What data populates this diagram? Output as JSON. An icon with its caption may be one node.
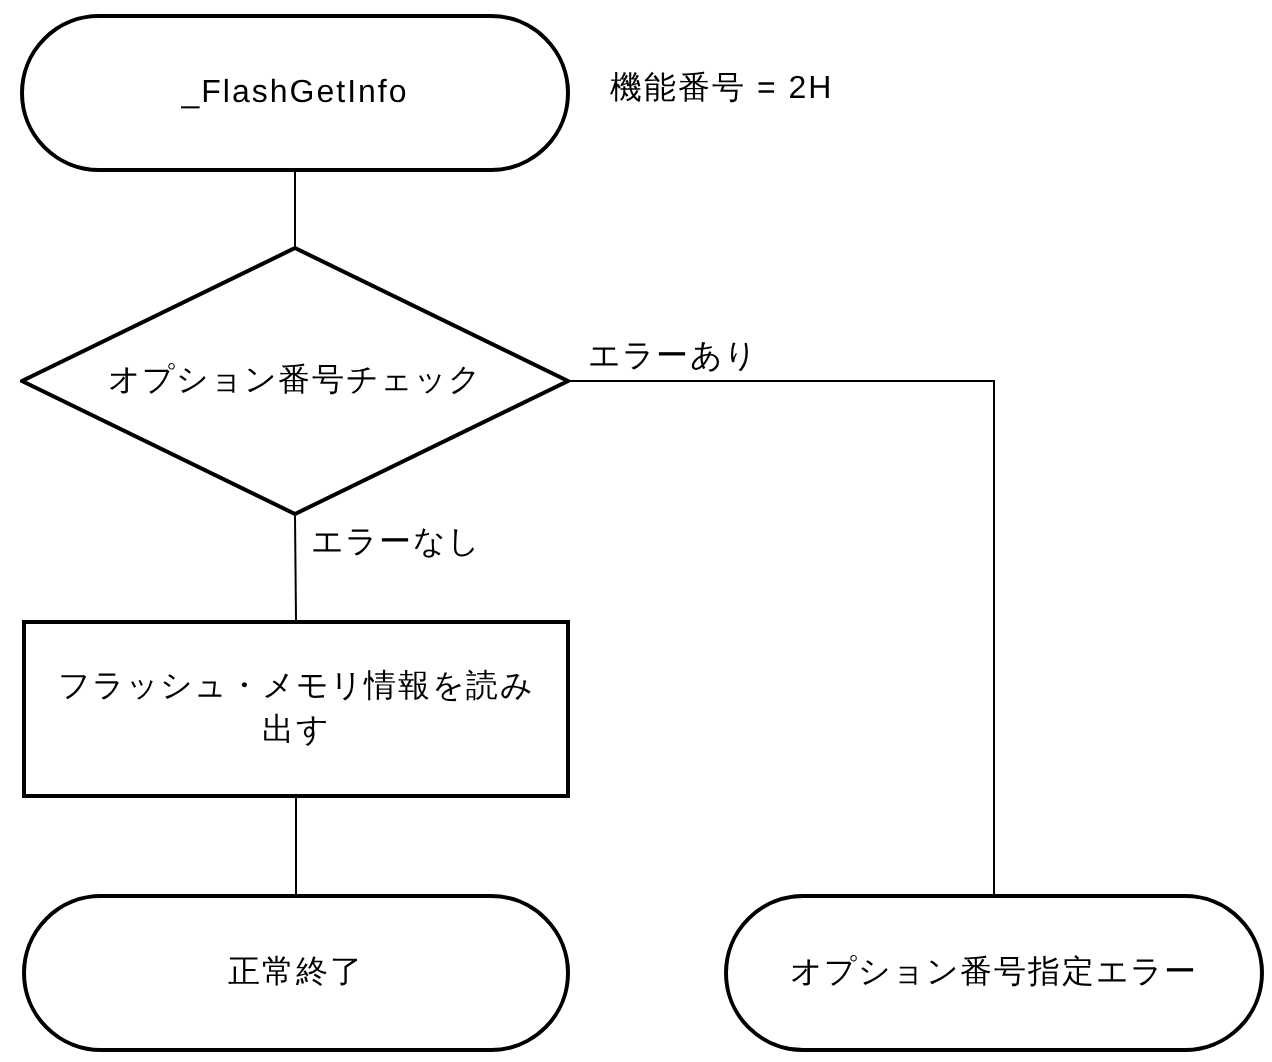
{
  "diagram": {
    "nodes": [
      {
        "text": [
          "_FlashGetInfo"
        ],
        "beside": [
          "機能番号 = 2H"
        ]
      },
      {
        "text": [
          "オプション番号チェック"
        ]
      },
      {
        "text": [
          "フラッシュ・メモリ情報を読み出す"
        ]
      },
      {
        "text": [
          "正常終了"
        ]
      },
      {
        "text": [
          "オプション番号指定エラー"
        ]
      }
    ],
    "edges": [
      {
        "from": 0,
        "to": 1,
        "arrow": "none"
      },
      {
        "from": 1,
        "to": 2,
        "arrow": "none",
        "label": "エラーなし"
      },
      {
        "from": 2,
        "to": 3,
        "arrow": "none"
      },
      {
        "from": 1,
        "to": 4,
        "arrow": "none",
        "label": "エラーあり"
      }
    ]
  }
}
